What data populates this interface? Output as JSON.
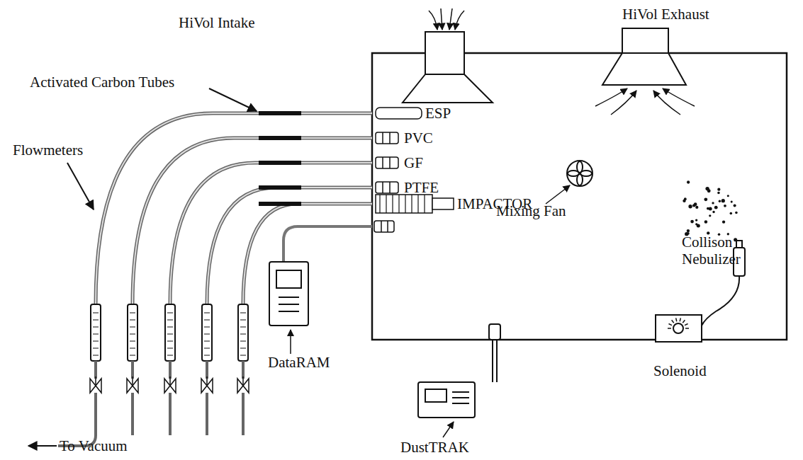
{
  "diagram": {
    "labels": [
      "HiVol Intake",
      "HiVol Exhaust",
      "Activated Carbon Tubes",
      "ESP",
      "PVC",
      "GF",
      "PTFE",
      "IMPACTOR",
      "Mixing Fan",
      "Flowmeters",
      "Collison Nebulizer",
      "Solenoid",
      "DataRAM",
      "DustTRAK",
      "To Vacuum"
    ]
  }
}
